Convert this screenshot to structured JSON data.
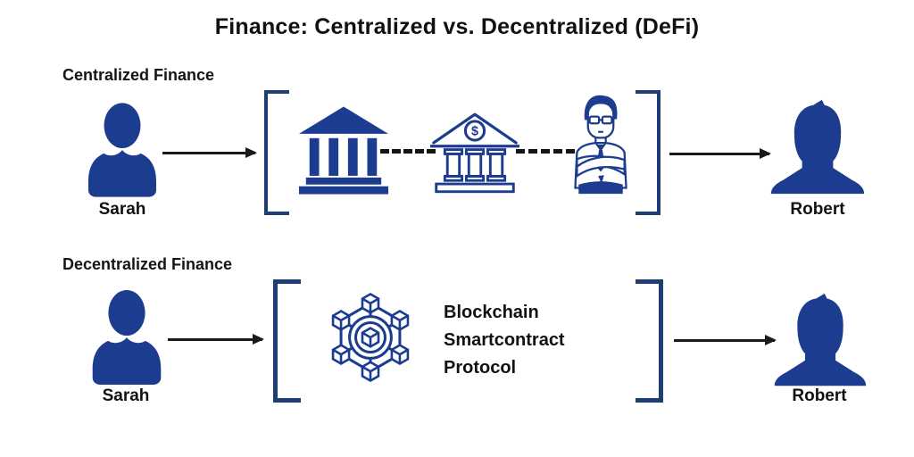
{
  "title": "Finance: Centralized vs. Decentralized (DeFi)",
  "colors": {
    "icon_blue": "#1b3c8f",
    "bracket_navy": "#1e3d74",
    "arrow_black": "#1a1a1a",
    "text_black": "#111111",
    "background": "#ffffff"
  },
  "icons": {
    "dollar_symbol": "$",
    "sender_icon": "person-silhouette-icon",
    "receiver_icon": "male-bust-silhouette-icon",
    "centralized_intermediaries": [
      "bank-building-icon",
      "bank-dollar-icon",
      "banker-crossed-arms-icon"
    ],
    "decentralized_hub": "blockchain-network-icon"
  },
  "centralized": {
    "label": "Centralized Finance",
    "sender": "Sarah",
    "receiver": "Robert"
  },
  "decentralized": {
    "label": "Decentralized Finance",
    "sender": "Sarah",
    "receiver": "Robert",
    "hub_text": {
      "line1": "Blockchain",
      "line2": "Smartcontract",
      "line3": "Protocol"
    }
  }
}
